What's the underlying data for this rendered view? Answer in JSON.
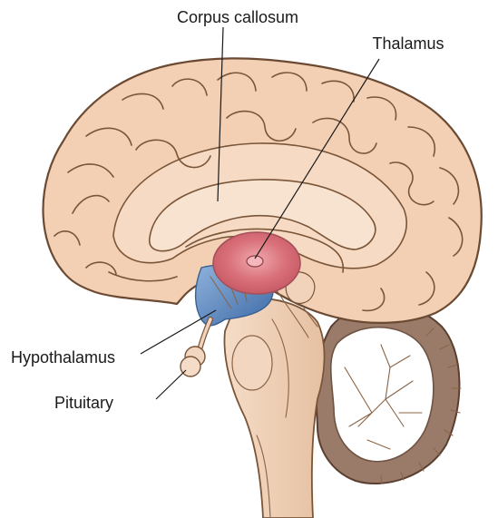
{
  "labels": {
    "corpus_callosum": "Corpus callosum",
    "thalamus": "Thalamus",
    "hypothalamus": "Hypothalamus",
    "pituitary": "Pituitary"
  },
  "colors": {
    "cortex": "#f3d0b4",
    "cortex_shadow": "#e2b592",
    "outline": "#6b4a33",
    "thalamus": "#d9707a",
    "hypothalamus": "#4f7fb8",
    "cerebellum_cortex": "#9a7b6a",
    "cerebellum_white": "#ffffff",
    "brainstem": "#f1d3bc"
  }
}
